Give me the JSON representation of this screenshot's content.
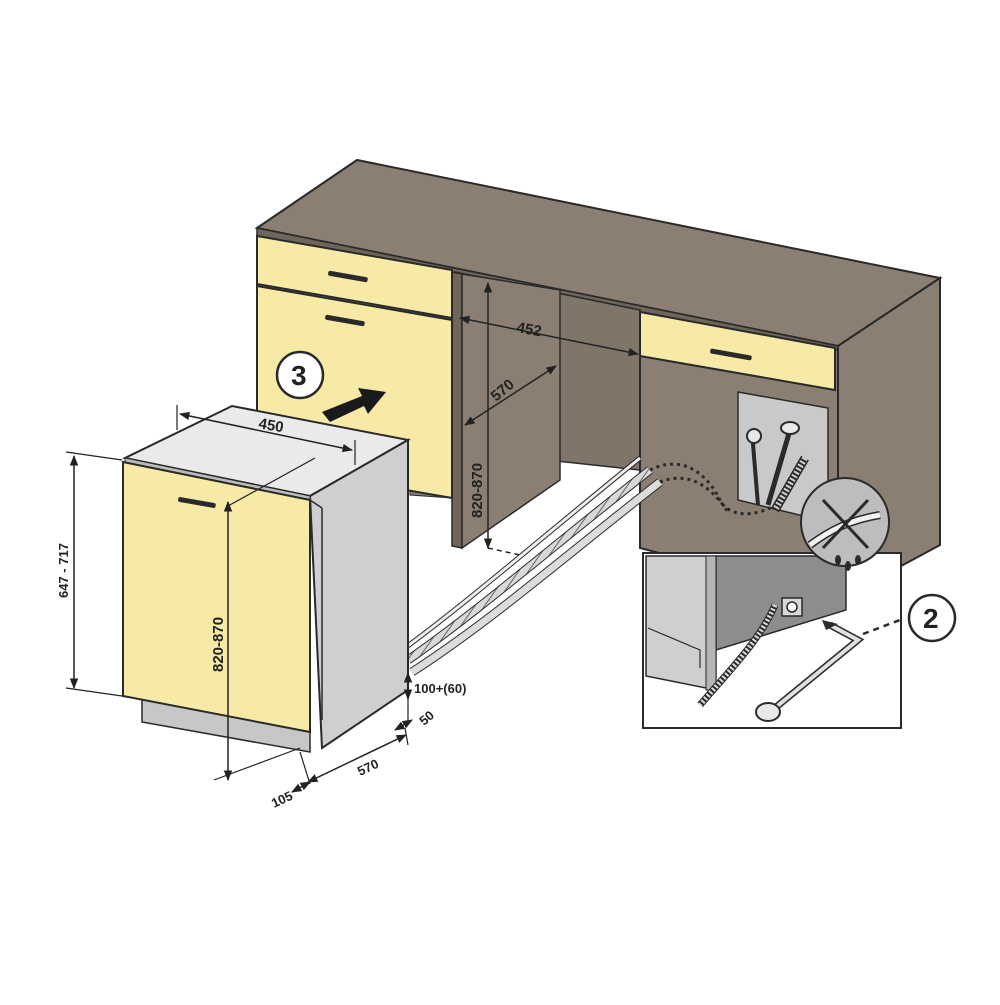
{
  "steps": {
    "step_3": "3",
    "step_2": "2"
  },
  "dimensions": {
    "niche_width": "452",
    "niche_depth": "570",
    "niche_height": "820-870",
    "appliance_width": "450",
    "appliance_height": "820-870",
    "door_height": "647 - 717",
    "appliance_depth": "570",
    "plinth_height": "100+(60)",
    "plinth_depth": "50",
    "plinth_offset": "105"
  },
  "colors": {
    "cabinet": "#8a7f72",
    "cabinet_dark": "#6f655a",
    "front": "#f7eaa6",
    "appliance_side": "#cfcfcf",
    "floor": "#f0f0f0",
    "line": "#2a2a2a"
  }
}
